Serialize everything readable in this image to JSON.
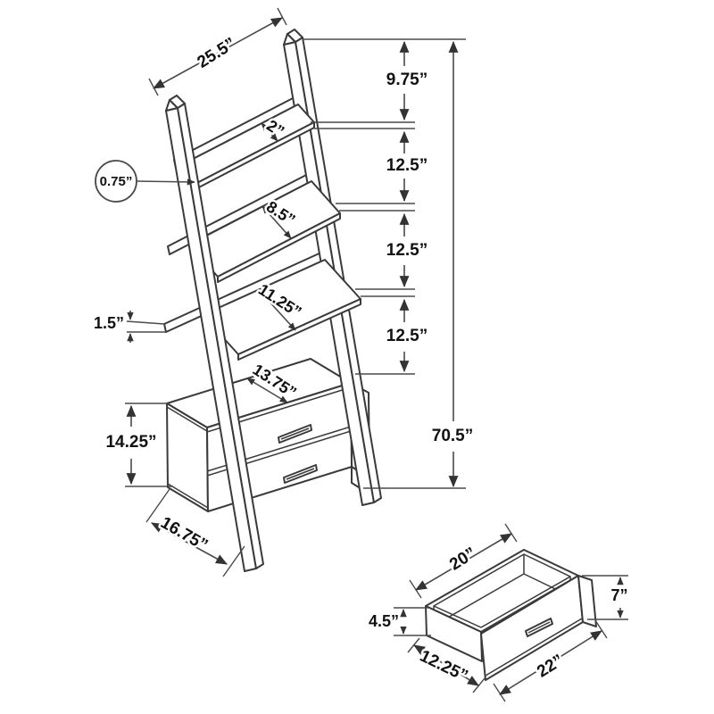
{
  "diagram": {
    "kind": "furniture-dimension-diagram",
    "item": "Ladder bookcase with two drawers and separate drawer detail view"
  },
  "dims": {
    "top_width": "25.5”",
    "top_gap": "9.75”",
    "shelf1_depth": "2”",
    "gap1": "12.5”",
    "shelf_thickness": "0.75”",
    "shelf2_depth": "8.5”",
    "gap2": "12.5”",
    "shelf3_depth": "11.25”",
    "lip_height": "1.5”",
    "gap3": "12.5”",
    "shelf4_depth": "13.75”",
    "cabinet_height": "14.25”",
    "overall_height": "70.5”",
    "base_depth": "16.75”"
  },
  "drawer_dims": {
    "inner_length": "20”",
    "front_height": "7”",
    "side_height": "4.5”",
    "depth": "12.25”",
    "front_width": "22”"
  }
}
